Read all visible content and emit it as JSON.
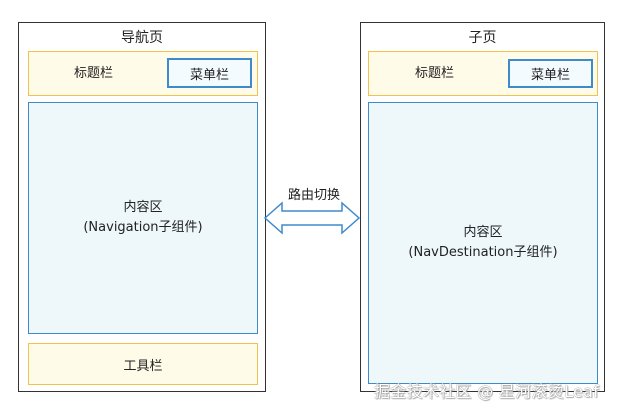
{
  "nav_page": {
    "title": "导航页",
    "title_bar": {
      "label": "标题栏",
      "menu_label": "菜单栏"
    },
    "content": {
      "line1": "内容区",
      "line2": "(Navigation子组件)"
    },
    "toolbar": {
      "label": "工具栏"
    }
  },
  "route": {
    "label": "路由切换"
  },
  "sub_page": {
    "title": "子页",
    "title_bar": {
      "label": "标题栏",
      "menu_label": "菜单栏"
    },
    "content": {
      "line1": "内容区",
      "line2": "(NavDestination子组件)"
    }
  },
  "watermark": {
    "text": "掘金技术社区 @ 星河滚烫Leaf"
  },
  "colors": {
    "page_border": "#333333",
    "title_bar_border": "#f2c14e",
    "title_bar_fill": "#fffbe9",
    "content_border": "#3e8acb",
    "content_fill": "#eef8fb",
    "arrow_stroke": "#3e8acb"
  }
}
